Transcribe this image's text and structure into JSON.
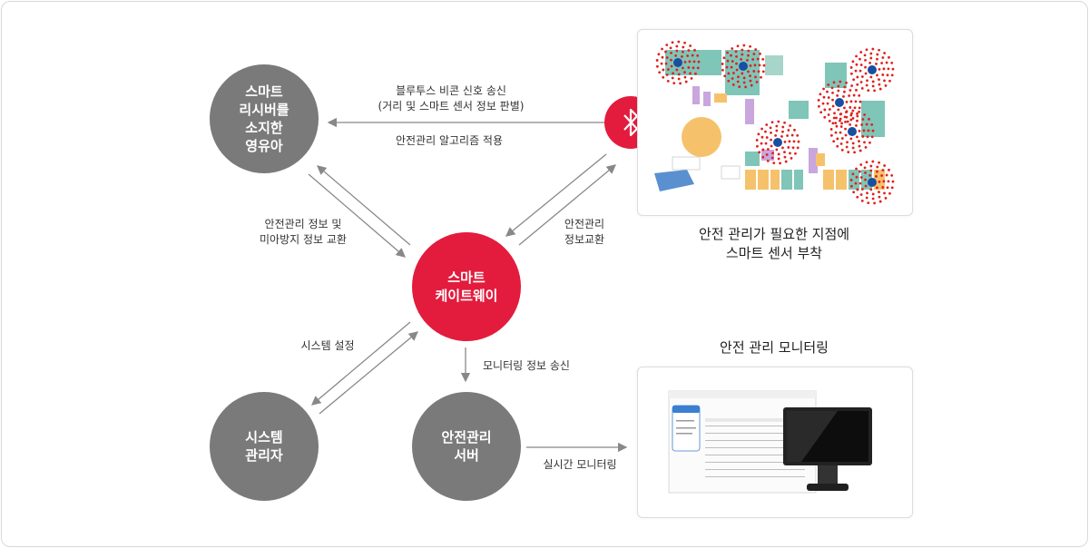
{
  "nodes": {
    "child": "스마트\n리시버를\n소지한\n영유아",
    "gateway": "스마트\n케이트웨이",
    "admin": "시스템\n관리자",
    "server": "안전관리\n서버"
  },
  "labels": {
    "beacon_signal": "블루투스 비콘 신호 송신\n(거리 및 스마트 센서 정보 판별)",
    "algorithm": "안전관리 알고리즘 적용",
    "exchange_left": "안전관리 정보 및\n미아방지 정보 교환",
    "exchange_right": "안전관리\n정보교환",
    "system_setting": "시스템 설정",
    "monitor_send": "모니터링 정보 송신",
    "realtime": "실시간 모니터링"
  },
  "captions": {
    "sensor": "안전 관리가 필요한 지점에\n스마트 센서 부착",
    "monitoring": "안전 관리 모니터링"
  },
  "colors": {
    "accent": "#e31c3d",
    "node_gray": "#7a7a7a",
    "sensor_dot": "#e0201c",
    "sensor_center": "#1a4fa0",
    "arrow": "#888888"
  },
  "icons": {
    "bluetooth": "bluetooth-icon",
    "floor_map": "floor-map-image",
    "monitor": "monitor-screen-image"
  }
}
